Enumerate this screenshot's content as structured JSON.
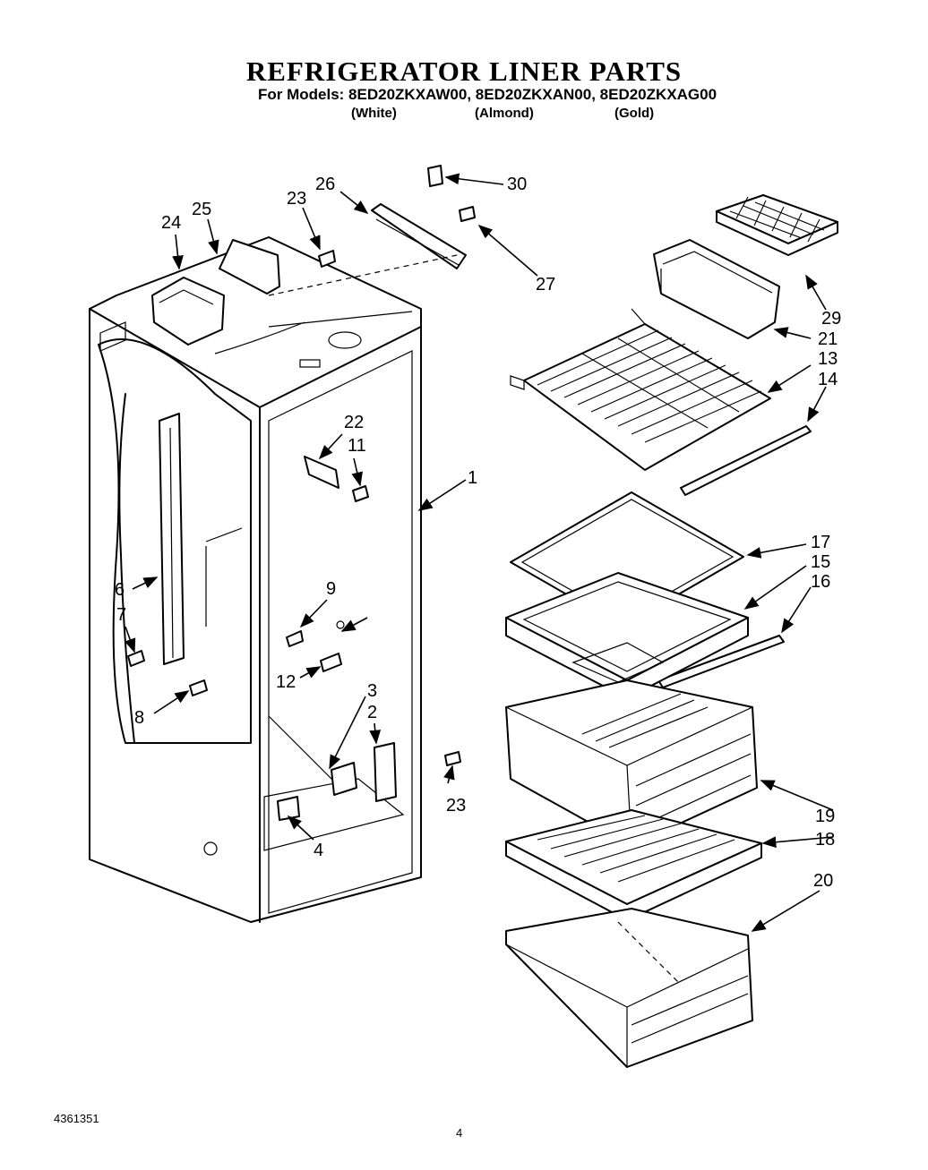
{
  "header": {
    "title": "REFRIGERATOR LINER PARTS",
    "models_line": "For Models: 8ED20ZKXAW00, 8ED20ZKXAN00, 8ED20ZKXAG00",
    "color_white": "(White)",
    "color_almond": "(Almond)",
    "color_gold": "(Gold)"
  },
  "footer": {
    "document_number": "4361351",
    "page_number": "4"
  },
  "callouts": {
    "c1": "1",
    "c2": "2",
    "c3": "3",
    "c4": "4",
    "c6": "6",
    "c7": "7",
    "c8": "8",
    "c9": "9",
    "c11": "11",
    "c12": "12",
    "c13": "13",
    "c14": "14",
    "c15": "15",
    "c16": "16",
    "c17": "17",
    "c18": "18",
    "c19": "19",
    "c20": "20",
    "c21": "21",
    "c22": "22",
    "c23_top": "23",
    "c23_bottom": "23",
    "c24": "24",
    "c25": "25",
    "c26": "26",
    "c27": "27",
    "c29": "29",
    "c30": "30"
  }
}
